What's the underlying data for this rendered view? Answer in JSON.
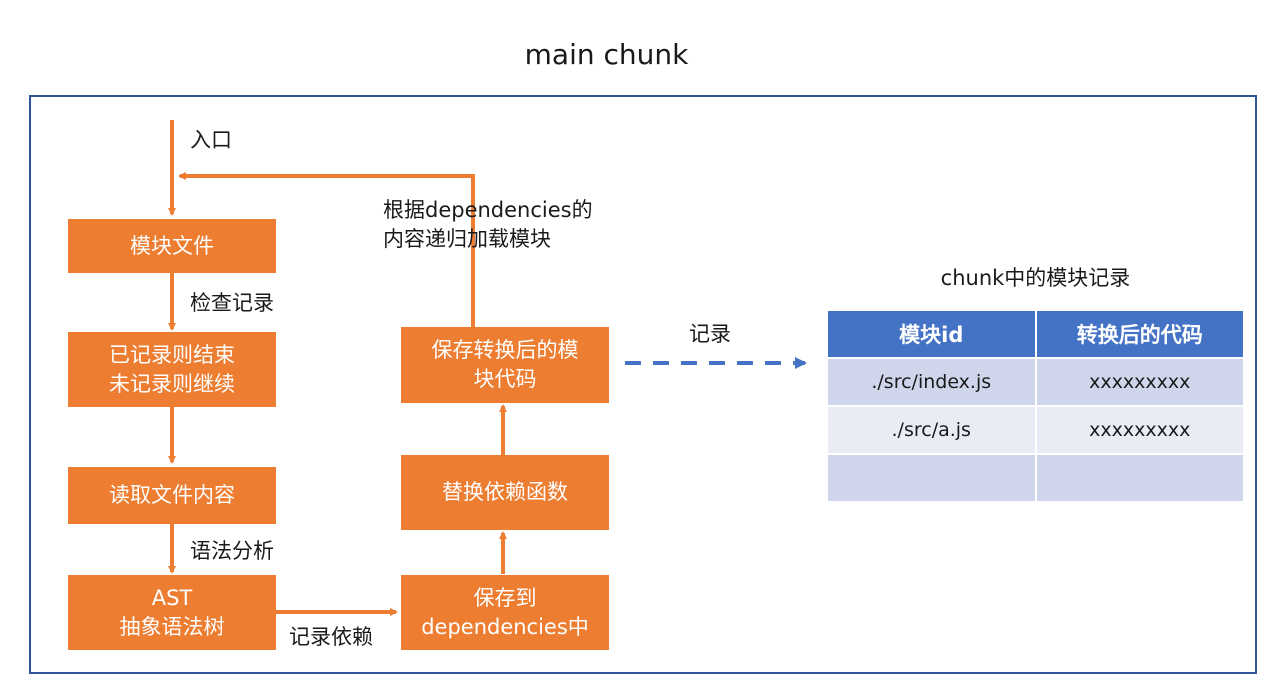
{
  "title": "main chunk",
  "colors": {
    "box": "#ed7d31",
    "frame": "#2f5597",
    "table_header": "#4472c4",
    "row_odd": "#cfd5ea",
    "row_even": "#e9ebf5",
    "dashed_arrow": "#4472c4"
  },
  "flow": {
    "boxes": {
      "module_file": "模块文件",
      "check_result": "已记录则结束\n未记录则继续",
      "read_content": "读取文件内容",
      "ast": "AST\n抽象语法树",
      "save_deps": "保存到\ndependencies中",
      "replace_fn": "替换依赖函数",
      "save_code": "保存转换后的模\n块代码"
    },
    "labels": {
      "entry": "入口",
      "check_record": "检查记录",
      "parse": "语法分析",
      "record_deps": "记录依赖",
      "recursive": "根据dependencies的\n内容递归加载模块",
      "record": "记录"
    }
  },
  "table": {
    "caption": "chunk中的模块记录",
    "headers": [
      "模块id",
      "转换后的代码"
    ],
    "rows": [
      [
        "./src/index.js",
        "xxxxxxxxx"
      ],
      [
        "./src/a.js",
        "xxxxxxxxx"
      ],
      [
        "",
        ""
      ]
    ]
  }
}
